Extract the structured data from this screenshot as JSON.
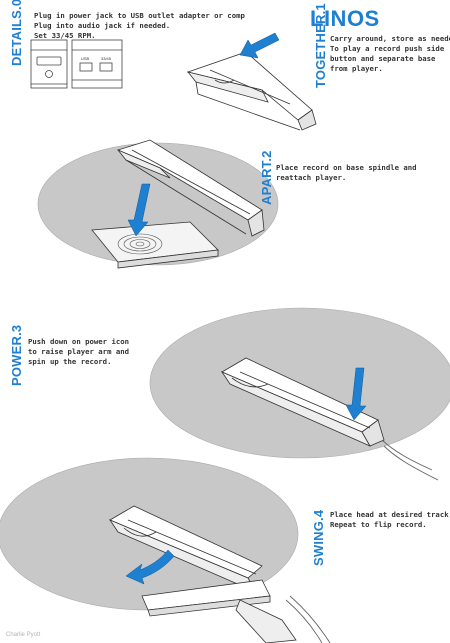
{
  "title": "LINOS",
  "steps": [
    {
      "label": "DETAILS.0",
      "text": "Plug in power jack to USB outlet adapter or comp\nPlug into audio jack if needed.\nSet 33/45 RPM."
    },
    {
      "label": "TOGETHER.1",
      "text": "Carry around, store as needed.\nTo play a record push side\nbutton and separate base\nfrom player."
    },
    {
      "label": "APART.2",
      "text": "Place record on base spindle and\nreattach player."
    },
    {
      "label": "POWER.3",
      "text": "Push down on power icon\nto raise player arm and\nspin up the record."
    },
    {
      "label": "SWING.4",
      "text": "Place head at desired track.\nRepeat to flip record."
    }
  ],
  "detail_labels": {
    "usb": "USB",
    "rpm": "33/45"
  },
  "credit": "Charlie Pyott",
  "colors": {
    "accent": "#1f7fd0",
    "record": "#c8c8c8",
    "text": "#333333"
  }
}
